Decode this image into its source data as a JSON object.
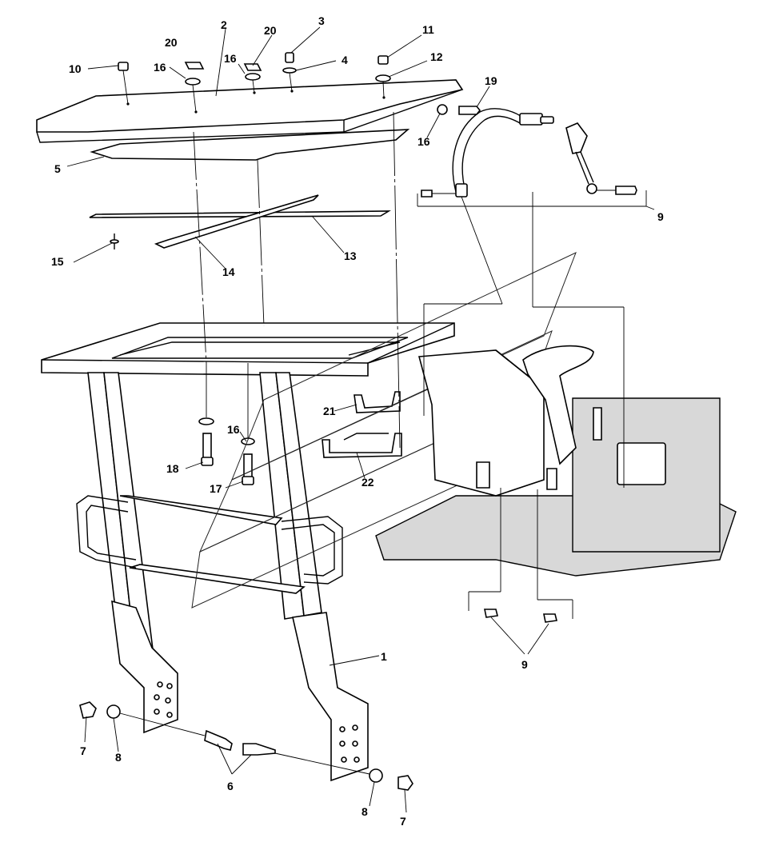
{
  "callouts": [
    {
      "id": "c10",
      "text": "10"
    },
    {
      "id": "c20a",
      "text": "20"
    },
    {
      "id": "c2",
      "text": "2"
    },
    {
      "id": "c20b",
      "text": "20"
    },
    {
      "id": "c3",
      "text": "3"
    },
    {
      "id": "c11",
      "text": "11"
    },
    {
      "id": "c16a",
      "text": "16"
    },
    {
      "id": "c16b",
      "text": "16"
    },
    {
      "id": "c4",
      "text": "4"
    },
    {
      "id": "c12",
      "text": "12"
    },
    {
      "id": "c19",
      "text": "19"
    },
    {
      "id": "c16c",
      "text": "16"
    },
    {
      "id": "c5",
      "text": "5"
    },
    {
      "id": "c9a",
      "text": "9"
    },
    {
      "id": "c13",
      "text": "13"
    },
    {
      "id": "c15",
      "text": "15"
    },
    {
      "id": "c14",
      "text": "14"
    },
    {
      "id": "c21",
      "text": "21"
    },
    {
      "id": "c16d",
      "text": "16"
    },
    {
      "id": "c18",
      "text": "18"
    },
    {
      "id": "c22",
      "text": "22"
    },
    {
      "id": "c17",
      "text": "17"
    },
    {
      "id": "c1",
      "text": "1"
    },
    {
      "id": "c9b",
      "text": "9"
    },
    {
      "id": "c7a",
      "text": "7"
    },
    {
      "id": "c8a",
      "text": "8"
    },
    {
      "id": "c6",
      "text": "6"
    },
    {
      "id": "c8b",
      "text": "8"
    },
    {
      "id": "c7b",
      "text": "7"
    }
  ],
  "colors": {
    "line": "#000000",
    "background": "#ffffff",
    "shade": "#d8d8d8"
  }
}
